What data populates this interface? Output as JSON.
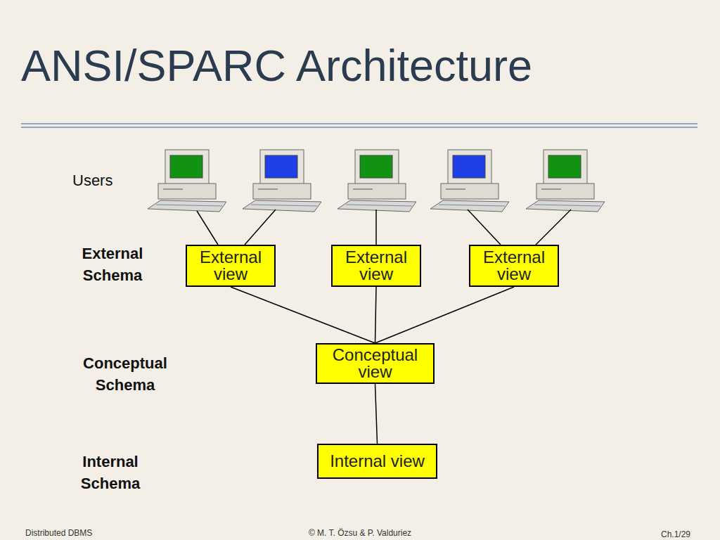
{
  "diagram": {
    "title": "ANSI/SPARC Architecture",
    "nodes": [
      {
        "text": [
          "External view"
        ]
      },
      {
        "text": [
          "External view"
        ]
      },
      {
        "text": [
          "External view"
        ]
      },
      {
        "text": [
          "Conceptual view"
        ]
      },
      {
        "text": [
          "Internal view"
        ]
      }
    ],
    "edges": [
      {
        "from": 0,
        "to": 3,
        "arrow": "none"
      },
      {
        "from": 1,
        "to": 3,
        "arrow": "none"
      },
      {
        "from": 2,
        "to": 3,
        "arrow": "none"
      },
      {
        "from": 3,
        "to": 4,
        "arrow": "none"
      }
    ],
    "labels": [
      "Users",
      "External Schema",
      "Conceptual Schema",
      "Internal Schema",
      "Distributed DBMS",
      "© M. T. Özsu & P. Valduriez",
      "Ch.1/29"
    ]
  }
}
